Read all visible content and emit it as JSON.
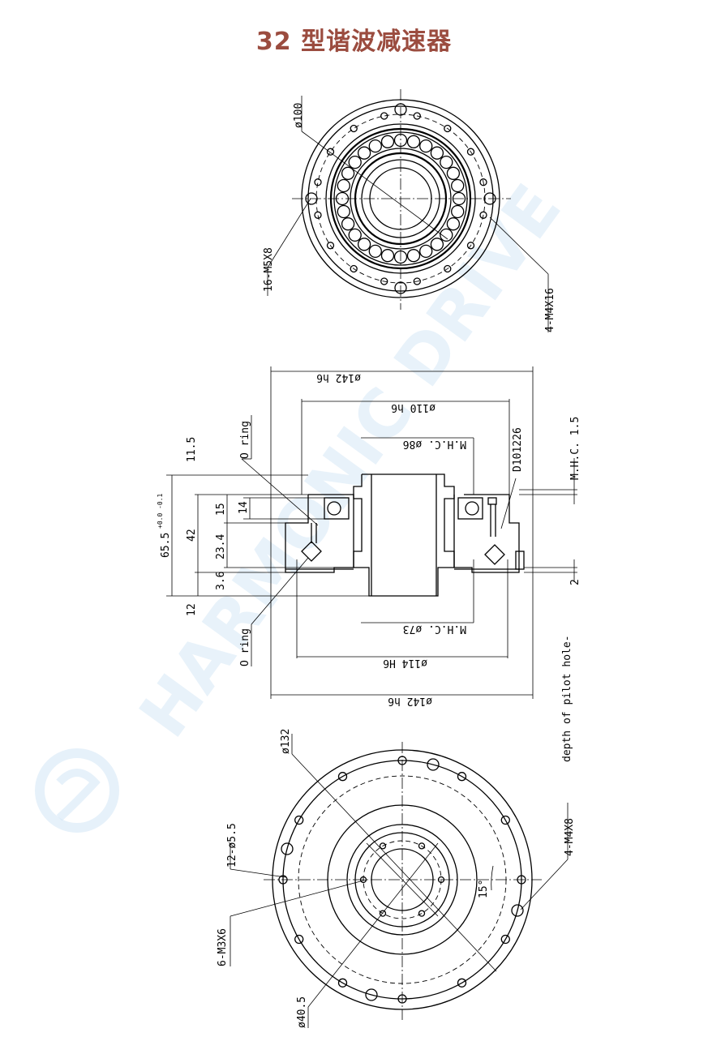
{
  "title": "32 型谐波减速器",
  "colors": {
    "title": "#9b4c3f",
    "line": "#000000",
    "watermark": "#cfe3f4"
  },
  "watermark": {
    "text": "HARMONIC DRIVE"
  },
  "top_view": {
    "labels": {
      "d100": "ø100",
      "m5": "16-M5X8",
      "m4": "4-M4X16"
    }
  },
  "section_view": {
    "labels": {
      "d142_top": "ø142 h6",
      "d110": "ø110 h6",
      "mhc86": "M.H.C. ø86",
      "d101226": "D101226",
      "mhc15": "M.H.C. 1.5",
      "oring_top": "O ring",
      "oring_bottom": "O ring",
      "v115": "11.5",
      "v655": "65.5",
      "v655_tol": "+0.0 -0.1",
      "v42": "42",
      "v15": "15",
      "v14": "14",
      "v234": "23.4",
      "v36": "3.6",
      "v12": "12",
      "mhc73": "M.H.C. ø73",
      "d114": "ø114 H6",
      "d142_bottom": "ø142 h6",
      "v2": "2",
      "pilot": "depth of pilot hole-"
    }
  },
  "bottom_view": {
    "labels": {
      "d132": "ø132",
      "d55": "12-ø5.5",
      "m3": "6-M3X6",
      "d405": "ø40.5",
      "m4x8": "4-M4X8",
      "angle": "15°"
    }
  }
}
